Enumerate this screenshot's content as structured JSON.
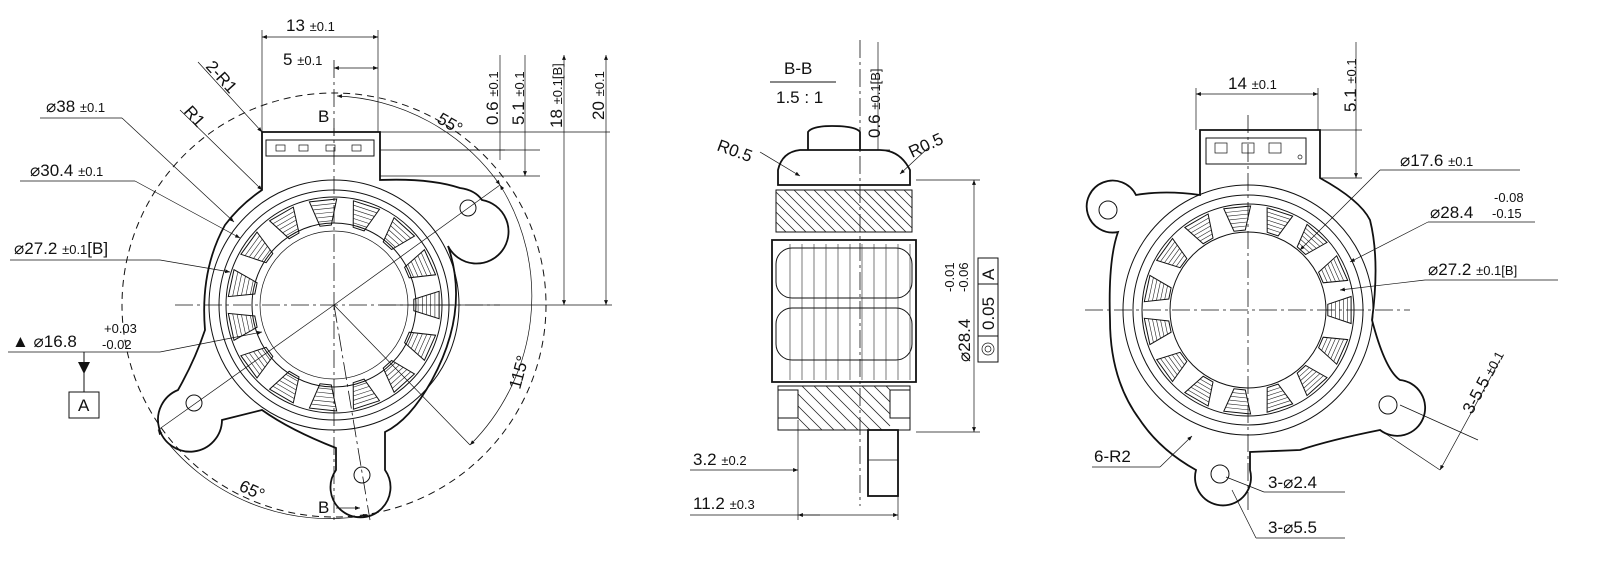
{
  "left_view": {
    "dim_width": "13",
    "dim_width_tol": "±0.1",
    "dim_offset": "5",
    "dim_offset_tol": "±0.1",
    "radius_corner": "2-R1",
    "radius_r1": "R1",
    "dia_outer": "38",
    "dia_outer_tol": "±0.1",
    "dia_mid": "30.4",
    "dia_mid_tol": "±0.1",
    "dia_bore": "27.2",
    "dia_bore_tol": "±0.1",
    "dia_bore_ref": "[B]",
    "dia_shaft": "16.8",
    "dia_shaft_tol_upper": "+0.03",
    "dia_shaft_tol_lower": "-0.02",
    "datum_a": "A",
    "section_mark_top": "B",
    "section_mark_bottom": "B",
    "angle_55": "55°",
    "angle_115": "115°",
    "angle_65": "65°",
    "dim_06": "0.6",
    "dim_06_tol": "±0.1",
    "dim_51": "5.1",
    "dim_51_tol": "±0.1",
    "dim_18": "18",
    "dim_18_tol": "±0.1[B]",
    "dim_20": "20",
    "dim_20_tol": "±0.1"
  },
  "section_view": {
    "title": "B-B",
    "scale": "1.5 : 1",
    "radius_left": "R0.5",
    "radius_right": "R0.5",
    "dim_06": "0.6",
    "dim_06_tol": "±0.1[B]",
    "dia_prefix": "28.4",
    "dia_tol_upper": "-0.01",
    "dia_tol_lower": "-0.06",
    "runout_value": "0.05",
    "runout_datum": "A",
    "dim_32": "3.2",
    "dim_32_tol": "±0.2",
    "dim_112": "11.2",
    "dim_112_tol": "±0.3"
  },
  "right_view": {
    "dim_14": "14",
    "dim_14_tol": "±0.1",
    "dim_51": "5.1",
    "dim_51_tol": "±0.1",
    "dia_176": "17.6",
    "dia_176_tol": "±0.1",
    "dia_284": "28.4",
    "dia_284_tol_upper": "-0.08",
    "dia_284_tol_lower": "-0.15",
    "dia_272": "27.2",
    "dia_272_tol": "±0.1[B]",
    "dim_355": "3-5.5",
    "dim_355_tol": "±0.1",
    "radius_6r2": "6-R2",
    "holes_24": "3-",
    "holes_24_val": "2.4",
    "holes_55": "3-",
    "holes_55_val": "5.5"
  }
}
